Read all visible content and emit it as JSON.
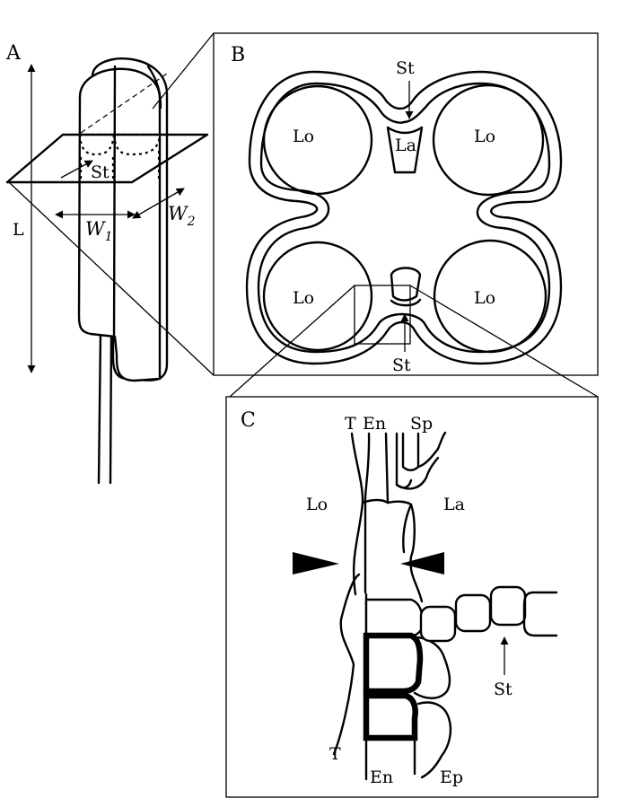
{
  "panels": {
    "a": "A",
    "b": "B",
    "c": "C"
  },
  "panel_a": {
    "length_label": "L",
    "stoma_label": "St",
    "width1_letter": "W",
    "width1_sub": "1",
    "width2_letter": "W",
    "width2_sub": "2"
  },
  "panel_b": {
    "lobe_labels": [
      "Lo",
      "Lo",
      "Lo",
      "Lo"
    ],
    "lacuna_label": "La",
    "stoma_top": "St",
    "stoma_bottom": "St"
  },
  "panel_c": {
    "tapetum_top": "T",
    "endothecium_top": "En",
    "septum": "Sp",
    "locule": "Lo",
    "lacuna": "La",
    "stoma": "St",
    "tapetum_bottom": "T",
    "endothecium_bottom": "En",
    "epidermis": "Ep"
  }
}
